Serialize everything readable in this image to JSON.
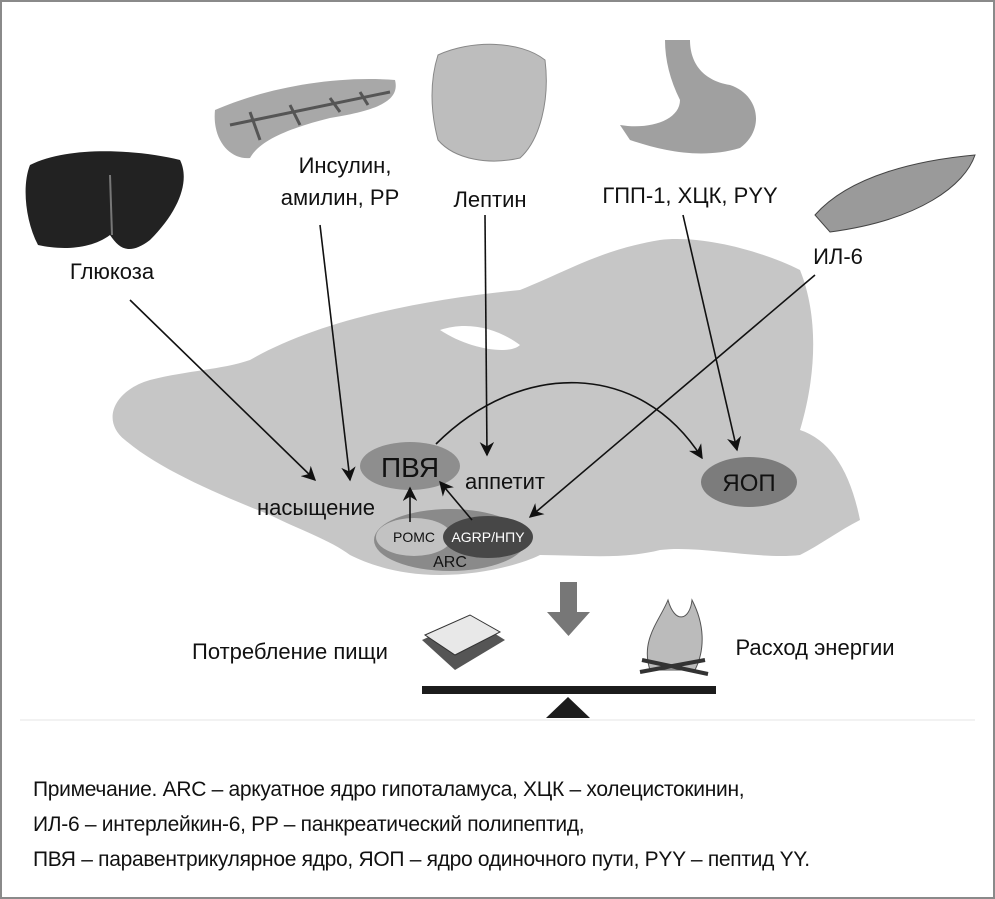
{
  "diagram": {
    "sources": {
      "glucose": "Глюкоза",
      "insulin_line1": "Инсулин,",
      "insulin_line2": "амилин, PP",
      "leptin": "Лептин",
      "gut": "ГПП-1, ХЦК, PYY",
      "il6": "ИЛ-6"
    },
    "nuclei": {
      "pvn": "ПВЯ",
      "nts": "ЯОП",
      "arc": "ARC",
      "pomc": "POMC",
      "agrp": "AGRP/НПY"
    },
    "effects": {
      "satiety": "насыщение",
      "appetite": "аппетит"
    },
    "balance": {
      "intake": "Потребление пищи",
      "expenditure": "Расход энергии"
    }
  },
  "note": {
    "line1": "Примечание. ARC – аркуатное ядро гипоталамуса, ХЦК – холецистокинин,",
    "line2": "ИЛ-6 – интерлейкин-6, PP – панкреатический полипептид,",
    "line3": "ПВЯ – паравентрикулярное ядро, ЯОП – ядро одиночного пути, PYY – пептид YY."
  },
  "colors": {
    "brain": "#c6c6c6",
    "pvn": "#8e8e8e",
    "arc": "#8a8a8a",
    "pomc": "#c2c2c2",
    "agrp": "#474747",
    "nts": "#7c7c7c"
  }
}
